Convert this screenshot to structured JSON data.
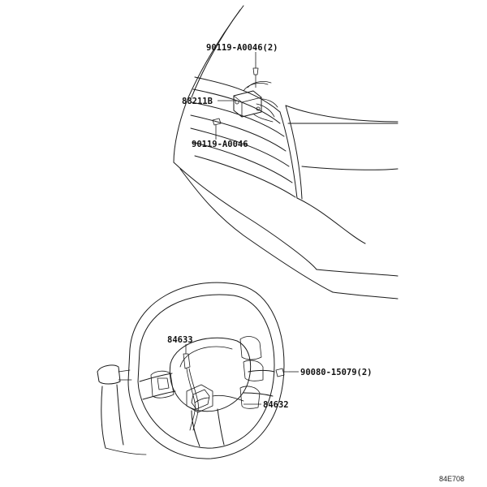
{
  "labels": {
    "p1": "90119-A0046(2)",
    "p2": "88211B",
    "p3": "90119-A0046",
    "p4": "84633",
    "p5": "90080-15079(2)",
    "p6": "84632"
  },
  "drawing_id": "84E708"
}
